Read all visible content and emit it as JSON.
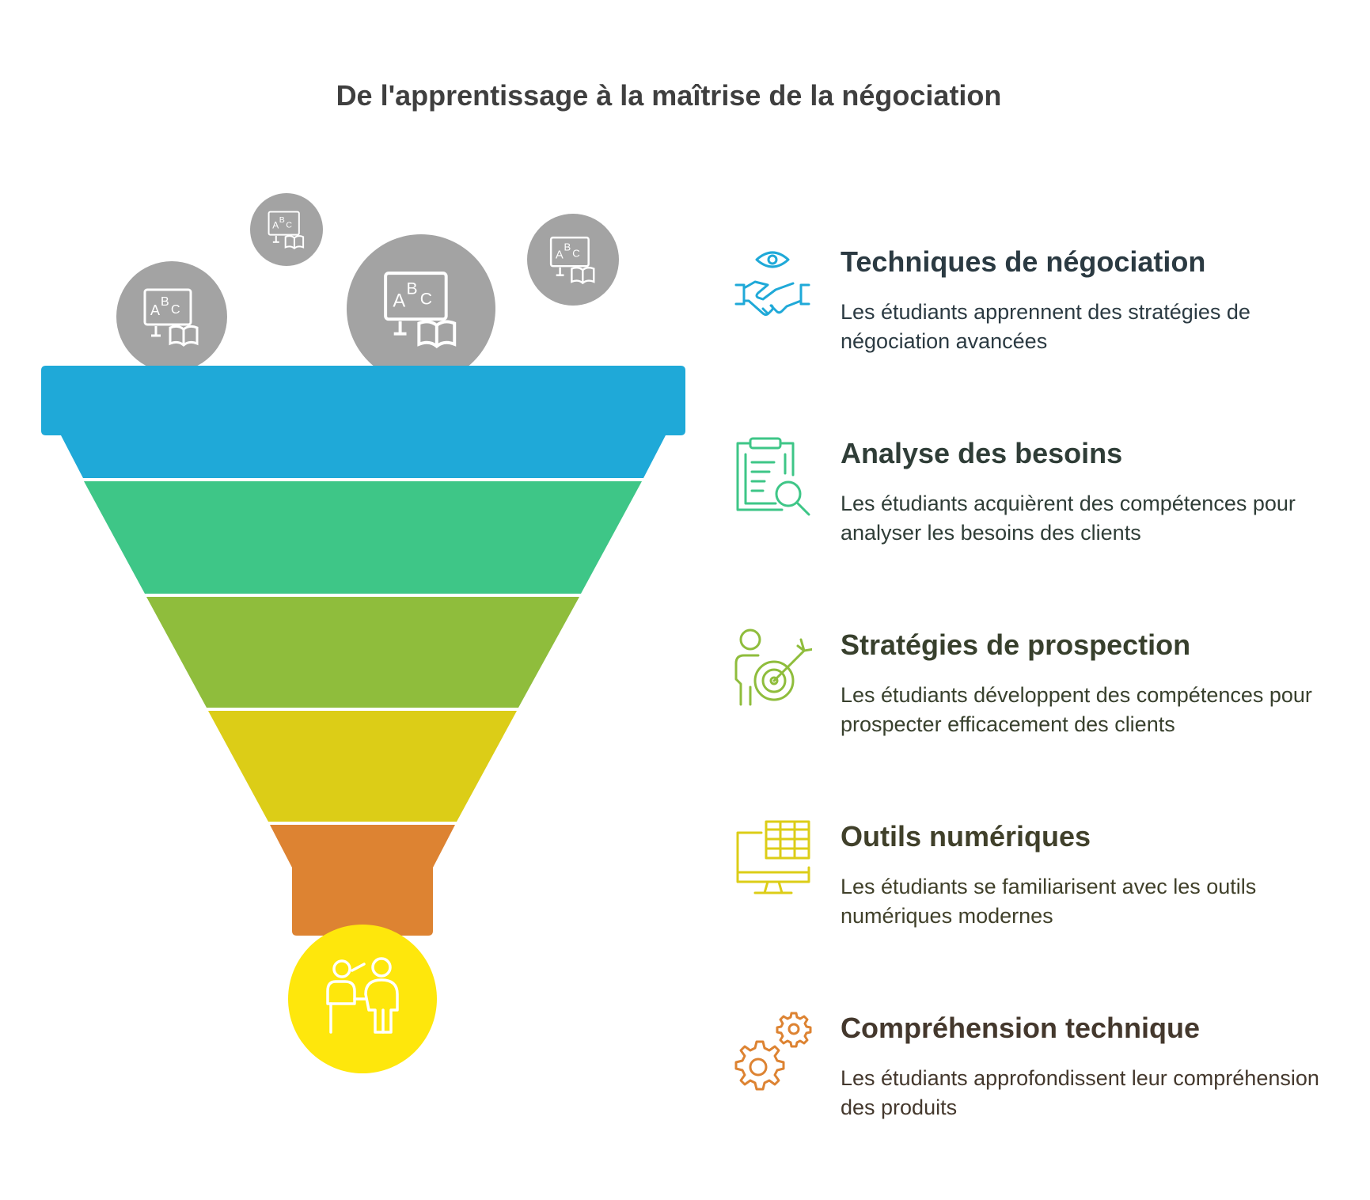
{
  "title": "De l'apprentissage à la maîtrise de la négociation",
  "funnel": {
    "top_bubbles_icon": "abc-learning-board-icon",
    "bottom_icon": "teacher-student-icon",
    "layer_colors": [
      "#1fa9d8",
      "#3ec687",
      "#8fbd3c",
      "#dccd17",
      "#dd8332"
    ],
    "bubble_color": "#a3a3a3",
    "bottom_circle_color": "#fee70c"
  },
  "items": [
    {
      "title": "Techniques de négociation",
      "desc": "Les étudiants apprennent des stratégies de négociation avancées",
      "icon": "handshake-eye-icon",
      "color": "#1fa9d8",
      "title_color": "#2b3a42",
      "desc_color": "#2b3a42"
    },
    {
      "title": "Analyse des besoins",
      "desc": "Les étudiants acquièrent des compétences pour analyser les besoins des clients",
      "icon": "clipboard-search-icon",
      "color": "#3ec687",
      "title_color": "#2f3d37",
      "desc_color": "#2f3d37"
    },
    {
      "title": "Stratégies de prospection",
      "desc": "Les étudiants développent des compétences pour prospecter efficacement des clients",
      "icon": "person-target-icon",
      "color": "#8fbd3c",
      "title_color": "#38402d",
      "desc_color": "#38402d"
    },
    {
      "title": "Outils numériques",
      "desc": "Les étudiants se familiarisent avec les outils numériques modernes",
      "icon": "monitor-spreadsheet-icon",
      "color": "#dccd17",
      "title_color": "#40402a",
      "desc_color": "#40402a"
    },
    {
      "title": "Compréhension technique",
      "desc": "Les étudiants approfondissent leur compréhension des produits",
      "icon": "gears-icon",
      "color": "#dd8332",
      "title_color": "#44382d",
      "desc_color": "#44382d"
    }
  ]
}
